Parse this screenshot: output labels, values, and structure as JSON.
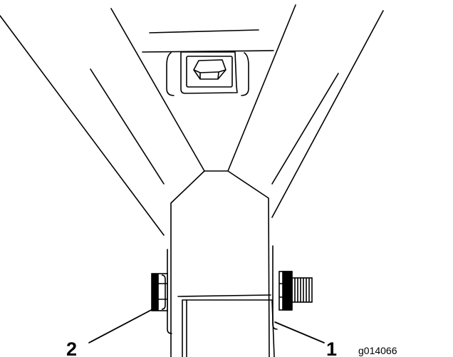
{
  "figure": {
    "code": "g014066",
    "line_color": "#000000",
    "background_color": "#ffffff"
  },
  "callouts": [
    {
      "number": "1"
    },
    {
      "number": "2"
    }
  ]
}
